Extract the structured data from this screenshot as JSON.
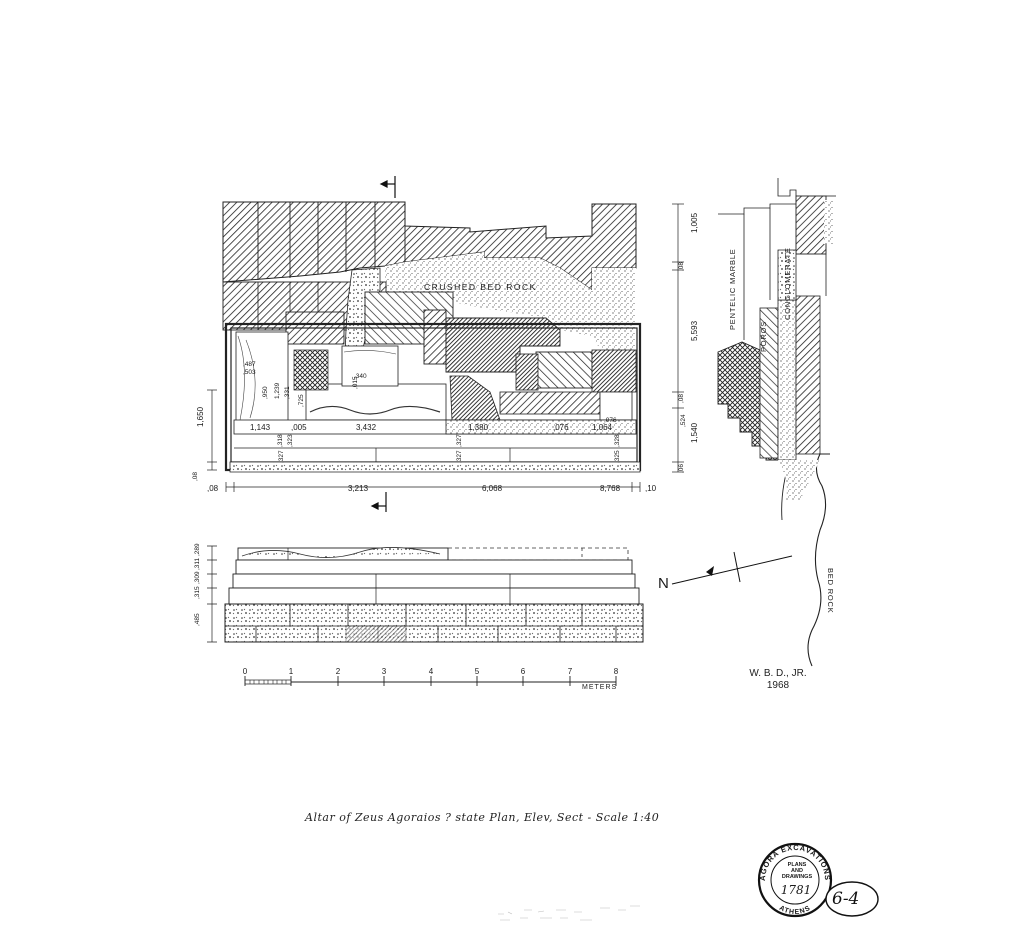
{
  "drawing": {
    "labels": {
      "crushed_bed_rock": "CRUSHED BED ROCK",
      "pentelic_marble": "PENTELIC MARBLE",
      "poros": "POROS",
      "conglomerate": "CONGLOMERATE",
      "bed_rock": "BED ROCK"
    },
    "plan_dims_bottom": [
      "1,143",
      ",318",
      ",323",
      ",005",
      "3,432",
      ",327",
      "1,380",
      ",076",
      "1,064",
      ",328"
    ],
    "plan_dims_lower": [
      ",327",
      ",327",
      ",325"
    ],
    "plan_dims_inner": [
      ",487",
      ",503",
      ",950",
      "1,239",
      ",331",
      ",725",
      ",015",
      ",340",
      ",076"
    ],
    "plan_dims_left": [
      "1,650",
      ",08"
    ],
    "plan_dims_right": [
      "1,005",
      ",08",
      "5,593",
      ",08",
      ",524",
      "1,540",
      ",06"
    ],
    "plan_dims_under": [
      ",08",
      "3,213",
      "6,068",
      "8,768",
      ",10"
    ],
    "elevation_dims_left": [
      ",289",
      ",311",
      ",309",
      ",315",
      ",485"
    ],
    "scale_ticks": [
      "0",
      "1",
      "2",
      "3",
      "4",
      "5",
      "6",
      "7",
      "8"
    ],
    "scale_unit": "METERS",
    "north_mark": "N"
  },
  "credit": {
    "author": "W. B. D., JR.",
    "year": "1968"
  },
  "caption": "Altar of Zeus Agoraios ?  state Plan, Elev, Sect  -  Scale 1:40",
  "stamp": {
    "top": "AGORA EXCAVATIONS",
    "line1": "PLANS",
    "line2": "AND",
    "line3": "DRAWINGS",
    "number": "1781",
    "bottom": "ATHENS"
  },
  "sheet_number": "6-4"
}
